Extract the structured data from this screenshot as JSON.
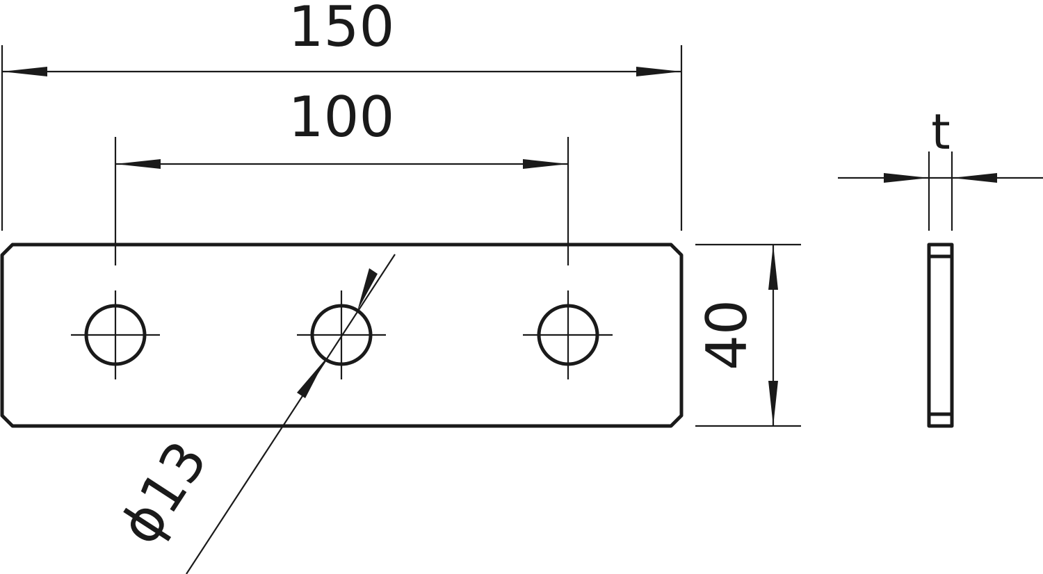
{
  "dimensions": {
    "overall_length": "150",
    "hole_spacing": "100",
    "width": "40",
    "hole_diameter": "ϕ13",
    "thickness": "t"
  },
  "colors": {
    "line": "#1a1a1a",
    "background": "#ffffff"
  }
}
